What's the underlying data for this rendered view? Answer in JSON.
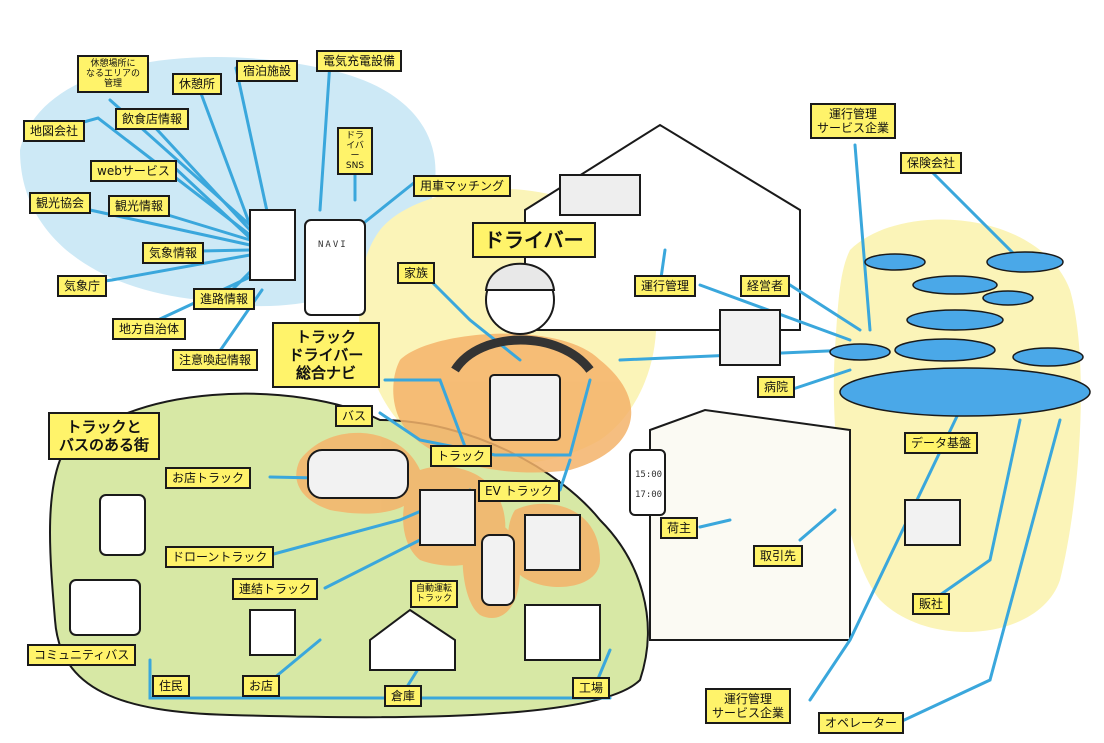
{
  "colors": {
    "connector": "#3aa7dc",
    "label_fill": "#fff36a",
    "label_border": "#1a1a1a",
    "info_glow": "#cde9f6",
    "driver_glow": "#fbf4b8",
    "vehicle_glow": "#f4b36a",
    "town_green": "#d7e8a5",
    "data_pool": "#4aa8e8"
  },
  "center": {
    "driver": "ドライバー",
    "navi": "トラック\nドライバー\n総合ナビ",
    "phone_screen": "NAVI"
  },
  "info_services": {
    "rest_area_mgmt": "休憩場所に\nなるエリアの\n管理",
    "rest_stop": "休憩所",
    "lodging": "宿泊施設",
    "ev_charging": "電気充電設備",
    "restaurant_info": "飲食店情報",
    "driver_sns": "ドライバー\nSNS",
    "map_company": "地図会社",
    "web_service": "webサービス",
    "vehicle_matching": "用車マッチング",
    "tourism_assoc": "観光協会",
    "tourism_info": "観光情報",
    "weather_info": "気象情報",
    "family": "家族",
    "weather_agency": "気象庁",
    "road_info": "進路情報",
    "local_gov": "地方自治体",
    "alert_info": "注意喚起情報"
  },
  "town": {
    "title": "トラックと\nバスのある街",
    "shop_truck": "お店トラック",
    "drone_truck": "ドローントラック",
    "coupled_truck": "連結トラック",
    "autonomous_truck": "自動運転\nトラック",
    "community_bus": "コミュニティバス",
    "residents": "住民",
    "shop": "お店",
    "warehouse": "倉庫",
    "factory": "工場",
    "bus": "バス",
    "truck": "トラック",
    "ev_truck": "EV トラック"
  },
  "business": {
    "ops_mgmt": "運行管理",
    "executive": "経営者",
    "ops_service_company_top": "運行管理\nサービス企業",
    "insurance": "保険会社",
    "hospital": "病院",
    "data_platform": "データ基盤",
    "shipper": "荷主",
    "client": "取引先",
    "sales_company": "販社",
    "ops_service_company_bottom": "運行管理\nサービス企業",
    "operator": "オペレーター",
    "phone_times": [
      "15:00",
      "17:00"
    ]
  }
}
